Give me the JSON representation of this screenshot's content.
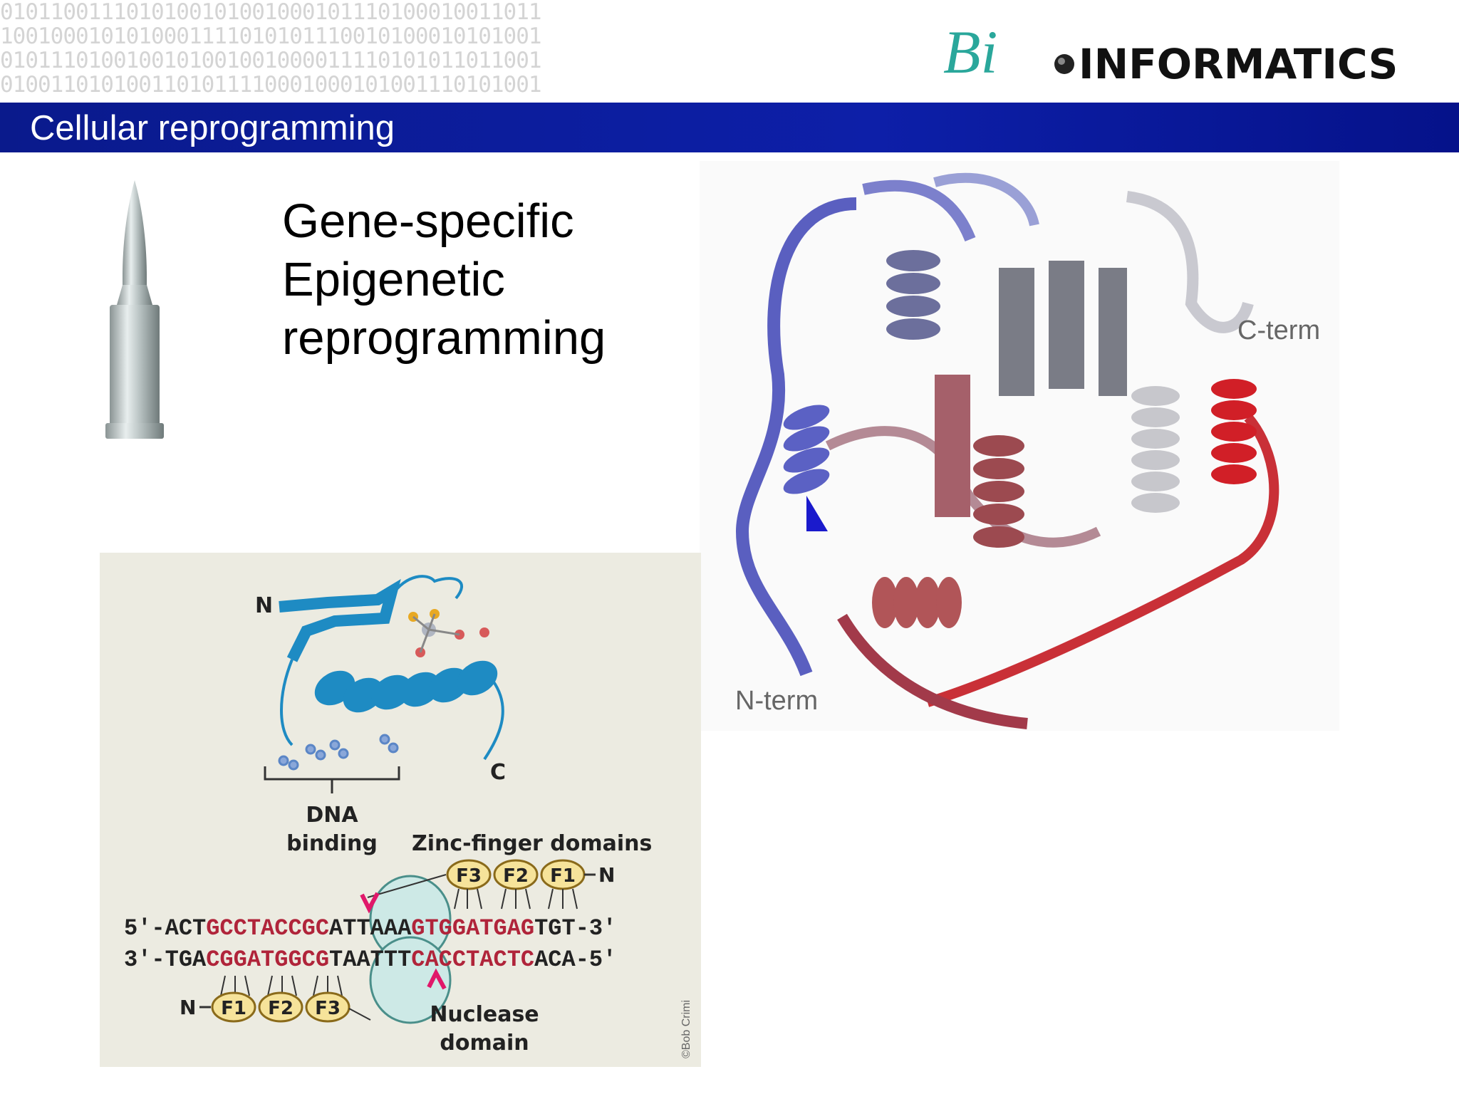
{
  "header": {
    "binary_lines": [
      "0101100111010100101001000101110100010011011",
      "1001000101010001111010101110010100010101001",
      "0101110100100101001001000011110101011011001",
      "0100110101001101011110001000101001110101001"
    ],
    "logo_bi": "Bi",
    "logo_text": "INFORMATICS"
  },
  "title_bar": {
    "title": "Cellular reprogramming"
  },
  "main": {
    "headline": [
      "Gene-specific",
      "Epigenetic",
      "reprogramming"
    ]
  },
  "protein_figure": {
    "c_term_label": "C-term",
    "n_term_label": "N-term"
  },
  "zinc_finger_figure": {
    "n_label": "N",
    "c_label": "C",
    "dna_binding_label_1": "DNA",
    "dna_binding_label_2": "binding",
    "zinc_finger_label": "Zinc-finger domains",
    "nuclease_label_1": "Nuclease",
    "nuclease_label_2": "domain",
    "top_fingers": [
      "F3",
      "F2",
      "F1"
    ],
    "bottom_fingers": [
      "F1",
      "F2",
      "F3"
    ],
    "top_strand": {
      "prefix": "5'-ACT",
      "red1": "GCCTACCGC",
      "mid": "ATTAAA",
      "red2": "GTGGATGAG",
      "suffix": "TGT-3'"
    },
    "bottom_strand": {
      "prefix": "3'-TGA",
      "red1": "CGGATGGCG",
      "mid": "TAATTT",
      "red2": "CACCTACTC",
      "suffix": "ACA-5'"
    },
    "credit": "©Bob Crimi"
  },
  "colors": {
    "title_bar": "#0d1fa8",
    "logo_teal": "#2aa79b",
    "dna_red": "#b0243a",
    "finger_fill": "#f6e39a",
    "nuclease_fill": "#cde9e6",
    "znf_blue": "#1e8bc3"
  }
}
